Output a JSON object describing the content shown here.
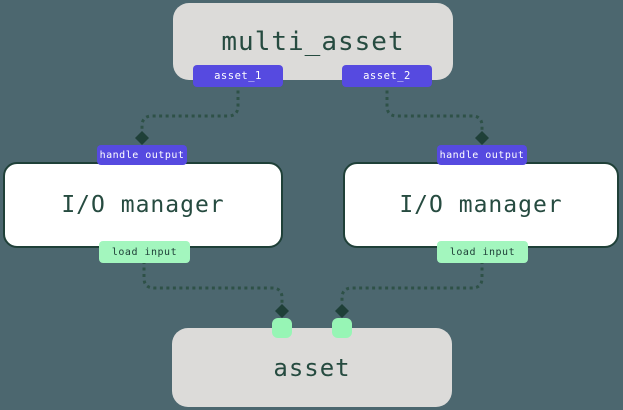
{
  "diagram": {
    "nodes": {
      "multi_asset": {
        "label": "multi_asset",
        "outputs": [
          "asset_1",
          "asset_2"
        ]
      },
      "io_manager_left": {
        "label": "I/O manager",
        "top_badge": "handle output",
        "bottom_badge": "load input"
      },
      "io_manager_right": {
        "label": "I/O manager",
        "top_badge": "handle output",
        "bottom_badge": "load input"
      },
      "asset": {
        "label": "asset",
        "input_handles": 2
      }
    },
    "edges": [
      {
        "from": "multi_asset.asset_1",
        "to": "io_manager_left.handle output"
      },
      {
        "from": "multi_asset.asset_2",
        "to": "io_manager_right.handle output"
      },
      {
        "from": "io_manager_left.load input",
        "to": "asset.input_1"
      },
      {
        "from": "io_manager_right.load input",
        "to": "asset.input_2"
      }
    ],
    "colors": {
      "background": "#4C676F",
      "node_fill": "#DCDBD9",
      "node_text": "#264B40",
      "io_box_fill": "#FFFFFF",
      "io_box_border": "#1F4038",
      "purple_badge": "#564AE0",
      "purple_badge_text": "#FFFFFF",
      "mint_badge": "#A3F6BE",
      "mint_badge_text": "#1F4038",
      "handle_square": "#97F5B5",
      "edge_line": "#2E5147",
      "edge_arrow": "#1F4038"
    }
  }
}
